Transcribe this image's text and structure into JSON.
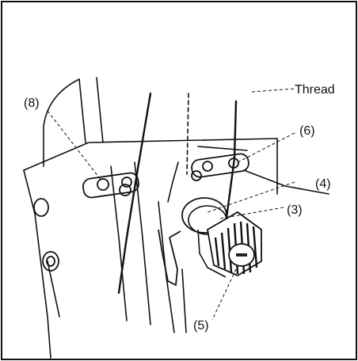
{
  "labels": {
    "thread": "Thread",
    "part_8": "(8)",
    "part_6": "(6)",
    "part_4": "(4)",
    "part_3": "(3)",
    "part_5": "(5)"
  },
  "colors": {
    "ink": "#111111",
    "dial_dark": "#222222",
    "paper": "#ffffff"
  }
}
